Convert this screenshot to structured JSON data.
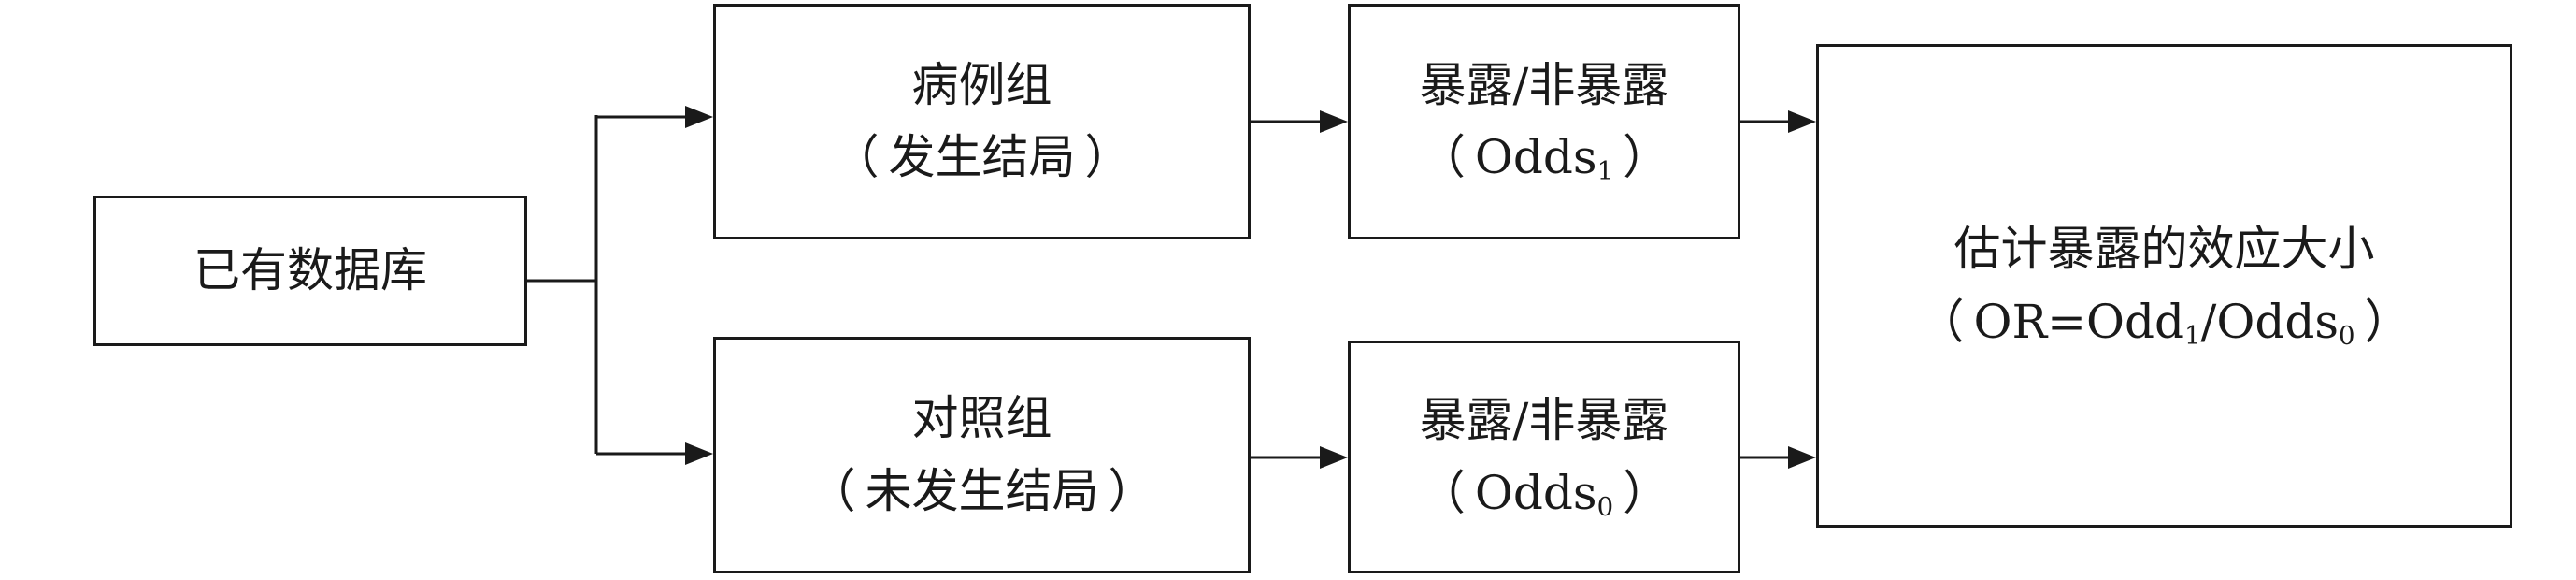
{
  "nodes": {
    "database": {
      "label": "已有数据库"
    },
    "case_group": {
      "title": "病例组",
      "sub": "发生结局"
    },
    "control_group": {
      "title": "对照组",
      "sub": "未发生结局"
    },
    "case_exposure": {
      "title": "暴露/非暴露",
      "sub_main": "Odds",
      "sub_index": "1"
    },
    "control_exposure": {
      "title": "暴露/非暴露",
      "sub_main": "Odds",
      "sub_index": "0"
    },
    "odds_ratio": {
      "title": "估计暴露的效应大小",
      "f_or": "OR=Odd",
      "f_i1": "1",
      "f_mid": "/Odds",
      "f_i0": "0"
    }
  },
  "punctuation": {
    "open": "（",
    "close": "）"
  }
}
